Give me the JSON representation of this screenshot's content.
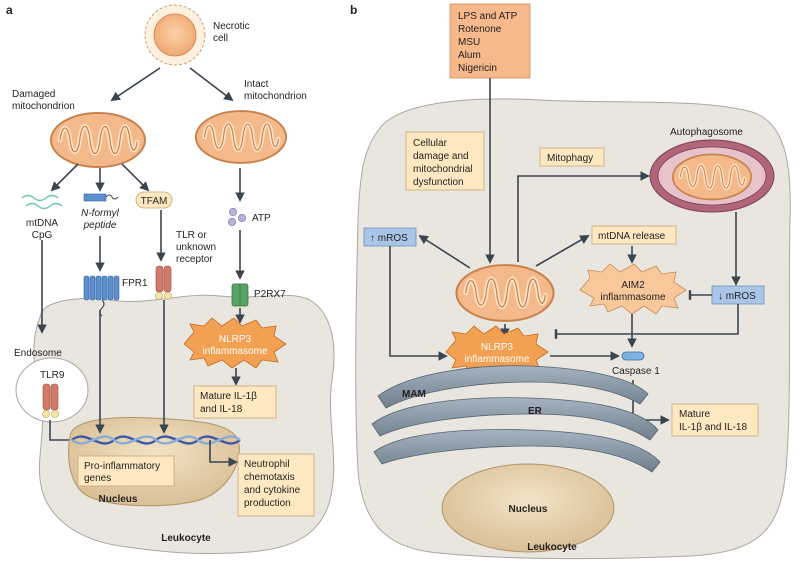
{
  "panel_a": {
    "letter": "a",
    "necrotic_cell": [
      "Necrotic",
      "cell"
    ],
    "damaged_mito": [
      "Damaged",
      "mitochondrion"
    ],
    "intact_mito": [
      "Intact",
      "mitochondrion"
    ],
    "mtdna": [
      "mtDNA",
      "CpG"
    ],
    "nformyl": [
      "N-formyl",
      "peptide"
    ],
    "tfam": "TFAM",
    "atp": "ATP",
    "fpr1": "FPR1",
    "tlr_unknown": [
      "TLR or",
      "unknown",
      "receptor"
    ],
    "p2rx7": "P2RX7",
    "nlrp3": [
      "NLRP3",
      "inflammasome"
    ],
    "endosome": "Endosome",
    "tlr9": "TLR9",
    "mature_il": [
      "Mature IL-1β",
      "and IL-18"
    ],
    "proinflam": [
      "Pro-inflammatory",
      "genes"
    ],
    "nucleus": "Nucleus",
    "neutrophil": [
      "Neutrophil",
      "chemotaxis",
      "and cytokine",
      "production"
    ],
    "leukocyte": "Leukocyte"
  },
  "panel_b": {
    "letter": "b",
    "triggers": [
      "LPS and ATP",
      "Rotenone",
      "MSU",
      "Alum",
      "Nigericin"
    ],
    "cell_damage": [
      "Cellular",
      "damage and",
      "mitochondrial",
      "dysfunction"
    ],
    "mitophagy": "Mitophagy",
    "autophagosome": "Autophagosome",
    "up_mros": "↑ mROS",
    "mtdna_release": "mtDNA release",
    "aim2": [
      "AIM2",
      "inflammasome"
    ],
    "down_mros": "↓ mROS",
    "nlrp3": [
      "NLRP3",
      "inflammasome"
    ],
    "caspase": "Caspase 1",
    "mam": "MAM",
    "er": "ER",
    "mature_il": [
      "Mature",
      "IL-1β and IL-18"
    ],
    "nucleus": "Nucleus",
    "leukocyte": "Leukocyte"
  },
  "colors": {
    "mito_fill": "#f3b98a",
    "mito_stroke": "#c8824e",
    "box_fill": "#fde8c2",
    "trigger_fill": "#f6b98c",
    "ros_fill": "#a9c6e6",
    "receptor_blue": "#5b8fd0",
    "receptor_red": "#d27a6a",
    "receptor_green": "#5aa366",
    "nucleus_fill": "#e9d6b4"
  }
}
